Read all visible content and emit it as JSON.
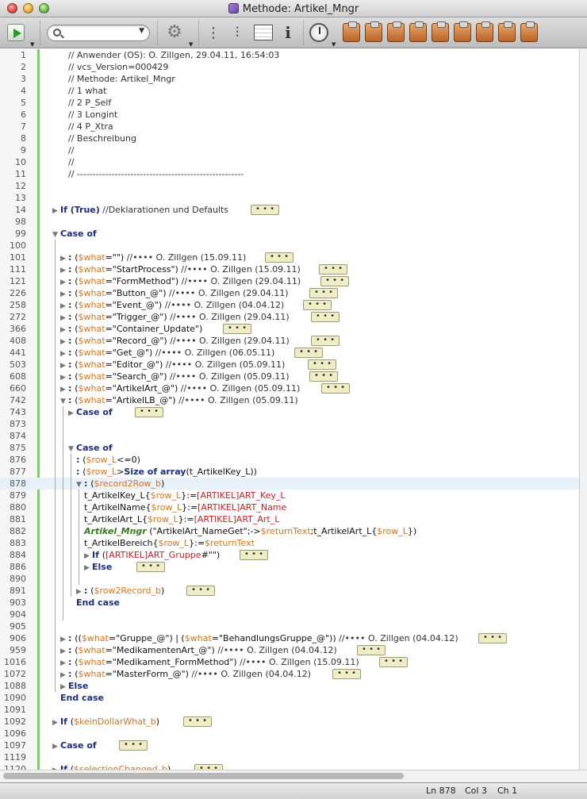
{
  "window": {
    "title": "Methode: Artikel_Mngr"
  },
  "toolbar": {
    "search_placeholder": ""
  },
  "lines": [
    {
      "no": "1",
      "indent": 2,
      "tri": "",
      "seg": [
        [
          "c",
          "// Anwender (OS): O. Zillgen, 29.04.11, 16:54:03"
        ]
      ]
    },
    {
      "no": "2",
      "indent": 2,
      "tri": "",
      "seg": [
        [
          "c",
          "// vcs_Version=000429"
        ]
      ]
    },
    {
      "no": "3",
      "indent": 2,
      "tri": "",
      "seg": [
        [
          "c",
          "// Methode: Artikel_Mngr"
        ]
      ]
    },
    {
      "no": "4",
      "indent": 2,
      "tri": "",
      "seg": [
        [
          "c",
          "// 1 what"
        ]
      ]
    },
    {
      "no": "5",
      "indent": 2,
      "tri": "",
      "seg": [
        [
          "c",
          "// 2 P_Self"
        ]
      ]
    },
    {
      "no": "6",
      "indent": 2,
      "tri": "",
      "seg": [
        [
          "c",
          "// 3 Longint"
        ]
      ]
    },
    {
      "no": "7",
      "indent": 2,
      "tri": "",
      "seg": [
        [
          "c",
          "// 4 P_Xtra"
        ]
      ]
    },
    {
      "no": "8",
      "indent": 2,
      "tri": "",
      "seg": [
        [
          "c",
          "// Beschreibung"
        ]
      ]
    },
    {
      "no": "9",
      "indent": 2,
      "tri": "",
      "seg": [
        [
          "c",
          "//"
        ]
      ]
    },
    {
      "no": "10",
      "indent": 2,
      "tri": "",
      "seg": [
        [
          "c",
          "//"
        ]
      ]
    },
    {
      "no": "11",
      "indent": 2,
      "tri": "",
      "seg": [
        [
          "c",
          "// -----------------------------------------------------"
        ]
      ]
    },
    {
      "no": "12",
      "indent": 0,
      "tri": "",
      "seg": []
    },
    {
      "no": "13",
      "indent": 0,
      "tri": "",
      "seg": []
    },
    {
      "no": "14",
      "indent": 0,
      "tri": "▶",
      "seg": [
        [
          "k",
          "If "
        ],
        [
          "k",
          "(True)"
        ],
        [
          "c",
          "  //Deklarationen und Defaults"
        ]
      ],
      "dots": 316
    },
    {
      "no": "98",
      "indent": 0,
      "tri": "",
      "seg": []
    },
    {
      "no": "99",
      "indent": 0,
      "tri": "▼",
      "seg": [
        [
          "k",
          "Case of"
        ]
      ]
    },
    {
      "no": "100",
      "indent": 0,
      "tri": "",
      "seg": [],
      "guides": [
        1
      ]
    },
    {
      "no": "101",
      "indent": 1,
      "tri": "▶",
      "seg": [
        [
          "k",
          ": "
        ],
        [
          "s",
          "("
        ],
        [
          "v",
          "$what"
        ],
        [
          "s",
          "=\"\")"
        ],
        [
          "c",
          "  //••••  O. Zillgen (15.09.11)"
        ]
      ],
      "dots": 334,
      "guides": [
        1
      ]
    },
    {
      "no": "111",
      "indent": 1,
      "tri": "▶",
      "seg": [
        [
          "k",
          ": "
        ],
        [
          "s",
          "("
        ],
        [
          "v",
          "$what"
        ],
        [
          "s",
          "=\"StartProcess\")"
        ],
        [
          "c",
          "  //••••  O. Zillgen (15.09.11)"
        ]
      ],
      "dots": 402,
      "guides": [
        1
      ]
    },
    {
      "no": "121",
      "indent": 1,
      "tri": "▶",
      "seg": [
        [
          "k",
          ": "
        ],
        [
          "s",
          "("
        ],
        [
          "v",
          "$what"
        ],
        [
          "s",
          "=\"FormMethod\")"
        ],
        [
          "c",
          "  //••••  O. Zillgen (29.04.11)"
        ]
      ],
      "dots": 404,
      "guides": [
        1
      ]
    },
    {
      "no": "226",
      "indent": 1,
      "tri": "▶",
      "seg": [
        [
          "k",
          ": "
        ],
        [
          "s",
          "("
        ],
        [
          "v",
          "$what"
        ],
        [
          "s",
          "=\"Button_@\")"
        ],
        [
          "c",
          "  //••••  O. Zillgen (29.04.11)"
        ]
      ],
      "dots": 390,
      "guides": [
        1
      ]
    },
    {
      "no": "258",
      "indent": 1,
      "tri": "▶",
      "seg": [
        [
          "k",
          ": "
        ],
        [
          "s",
          "("
        ],
        [
          "v",
          "$what"
        ],
        [
          "s",
          "=\"Event_@\")"
        ],
        [
          "c",
          "  //••••  O. Zillgen (04.04.12)"
        ]
      ],
      "dots": 382,
      "guides": [
        1
      ]
    },
    {
      "no": "272",
      "indent": 1,
      "tri": "▶",
      "seg": [
        [
          "k",
          ": "
        ],
        [
          "s",
          "("
        ],
        [
          "v",
          "$what"
        ],
        [
          "s",
          "=\"Trigger_@\")"
        ],
        [
          "c",
          "  //••••  O. Zillgen (29.04.11)"
        ]
      ],
      "dots": 392,
      "guides": [
        1
      ]
    },
    {
      "no": "366",
      "indent": 1,
      "tri": "▶",
      "seg": [
        [
          "k",
          ": "
        ],
        [
          "s",
          "("
        ],
        [
          "v",
          "$what"
        ],
        [
          "s",
          "=\"Container_Update\")"
        ]
      ],
      "dots": 281,
      "guides": [
        1
      ]
    },
    {
      "no": "408",
      "indent": 1,
      "tri": "▶",
      "seg": [
        [
          "k",
          ": "
        ],
        [
          "s",
          "("
        ],
        [
          "v",
          "$what"
        ],
        [
          "s",
          "=\"Record_@\")"
        ],
        [
          "c",
          "  //••••  O. Zillgen (29.04.11)"
        ]
      ],
      "dots": 392,
      "guides": [
        1
      ]
    },
    {
      "no": "441",
      "indent": 1,
      "tri": "▶",
      "seg": [
        [
          "k",
          ": "
        ],
        [
          "s",
          "("
        ],
        [
          "v",
          "$what"
        ],
        [
          "s",
          "=\"Get_@\")"
        ],
        [
          "c",
          "  //••••  O. Zillgen (06.05.11)"
        ]
      ],
      "dots": 371,
      "guides": [
        1
      ]
    },
    {
      "no": "503",
      "indent": 1,
      "tri": "▶",
      "seg": [
        [
          "k",
          ": "
        ],
        [
          "s",
          "("
        ],
        [
          "v",
          "$what"
        ],
        [
          "s",
          "=\"Editor_@\")"
        ],
        [
          "c",
          "  //••••  O. Zillgen (05.09.11)"
        ]
      ],
      "dots": 388,
      "guides": [
        1
      ]
    },
    {
      "no": "608",
      "indent": 1,
      "tri": "▶",
      "seg": [
        [
          "k",
          ": "
        ],
        [
          "s",
          "("
        ],
        [
          "v",
          "$what"
        ],
        [
          "s",
          "=\"Search_@\")"
        ],
        [
          "c",
          "  //••••  O. Zillgen (05.09.11)"
        ]
      ],
      "dots": 390,
      "guides": [
        1
      ]
    },
    {
      "no": "660",
      "indent": 1,
      "tri": "▶",
      "seg": [
        [
          "k",
          ": "
        ],
        [
          "s",
          "("
        ],
        [
          "v",
          "$what"
        ],
        [
          "s",
          "=\"ArtikelArt_@\")"
        ],
        [
          "c",
          "  //••••  O. Zillgen (05.09.11)"
        ]
      ],
      "dots": 405,
      "guides": [
        1
      ]
    },
    {
      "no": "742",
      "indent": 1,
      "tri": "▼",
      "seg": [
        [
          "k",
          ": "
        ],
        [
          "s",
          "("
        ],
        [
          "v",
          "$what"
        ],
        [
          "s",
          "=\"ArtikelLB_@\")"
        ],
        [
          "c",
          "  //••••  O. Zillgen (05.09.11)"
        ]
      ],
      "guides": [
        1
      ]
    },
    {
      "no": "743",
      "indent": 2,
      "tri": "▶",
      "seg": [
        [
          "k",
          "Case of"
        ]
      ],
      "dots": 170,
      "guides": [
        1,
        2
      ]
    },
    {
      "no": "873",
      "indent": 2,
      "tri": "",
      "seg": [],
      "guides": [
        1,
        2
      ]
    },
    {
      "no": "874",
      "indent": 2,
      "tri": "",
      "seg": [],
      "guides": [
        1,
        2
      ]
    },
    {
      "no": "875",
      "indent": 2,
      "tri": "▼",
      "seg": [
        [
          "k",
          "Case of"
        ]
      ],
      "guides": [
        1,
        2
      ]
    },
    {
      "no": "876",
      "indent": 3,
      "tri": "",
      "seg": [
        [
          "k",
          ": "
        ],
        [
          "s",
          "("
        ],
        [
          "v",
          "$row_L"
        ],
        [
          "s",
          "<=0)"
        ]
      ],
      "guides": [
        1,
        2,
        3
      ]
    },
    {
      "no": "877",
      "indent": 3,
      "tri": "",
      "seg": [
        [
          "k",
          ": "
        ],
        [
          "s",
          "("
        ],
        [
          "v",
          "$row_L"
        ],
        [
          "s",
          ">"
        ],
        [
          "k",
          "Size of array"
        ],
        [
          "s",
          "(t_ArtikelKey_L))"
        ]
      ],
      "guides": [
        1,
        2,
        3
      ]
    },
    {
      "no": "878",
      "indent": 3,
      "tri": "▼",
      "cur": true,
      "seg": [
        [
          "k",
          ": "
        ],
        [
          "s",
          "("
        ],
        [
          "v",
          "$record2Row_b"
        ],
        [
          "s",
          ")"
        ]
      ],
      "guides": [
        1,
        2,
        3
      ]
    },
    {
      "no": "879",
      "indent": 4,
      "tri": "",
      "seg": [
        [
          "s",
          "t_ArtikelKey_L{"
        ],
        [
          "v",
          "$row_L"
        ],
        [
          "s",
          "}:="
        ],
        [
          "f",
          "[ARTIKEL]ART_Key_L"
        ]
      ],
      "guides": [
        1,
        2,
        3,
        4
      ]
    },
    {
      "no": "880",
      "indent": 4,
      "tri": "",
      "seg": [
        [
          "s",
          "t_ArtikelName{"
        ],
        [
          "v",
          "$row_L"
        ],
        [
          "s",
          "}:="
        ],
        [
          "f",
          "[ARTIKEL]ART_Name"
        ]
      ],
      "guides": [
        1,
        2,
        3,
        4
      ]
    },
    {
      "no": "881",
      "indent": 4,
      "tri": "",
      "seg": [
        [
          "s",
          "t_ArtikelArt_L{"
        ],
        [
          "v",
          "$row_L"
        ],
        [
          "s",
          "}:="
        ],
        [
          "f",
          "[ARTIKEL]ART_Art_L"
        ]
      ],
      "guides": [
        1,
        2,
        3,
        4
      ]
    },
    {
      "no": "882",
      "indent": 4,
      "tri": "",
      "seg": [
        [
          "m",
          "Artikel_Mngr"
        ],
        [
          "s",
          " (\"ArtikelArt_NameGet\";->"
        ],
        [
          "v",
          "$returnText"
        ],
        [
          "s",
          ";t_ArtikelArt_L{"
        ],
        [
          "v",
          "$row_L"
        ],
        [
          "s",
          "})"
        ]
      ],
      "guides": [
        1,
        2,
        3,
        4
      ]
    },
    {
      "no": "883",
      "indent": 4,
      "tri": "",
      "seg": [
        [
          "s",
          "t_ArtikelBereich{"
        ],
        [
          "v",
          "$row_L"
        ],
        [
          "s",
          "}:="
        ],
        [
          "v",
          "$returnText"
        ]
      ],
      "guides": [
        1,
        2,
        3,
        4
      ]
    },
    {
      "no": "884",
      "indent": 4,
      "tri": "▶",
      "seg": [
        [
          "k",
          "If "
        ],
        [
          "s",
          "("
        ],
        [
          "f",
          "[ARTIKEL]ART_Gruppe"
        ],
        [
          "s",
          "#\"\")"
        ]
      ],
      "dots": 302,
      "guides": [
        1,
        2,
        3,
        4
      ]
    },
    {
      "no": "886",
      "indent": 4,
      "tri": "▶",
      "seg": [
        [
          "k",
          "Else"
        ]
      ],
      "dots": 172,
      "guides": [
        1,
        2,
        3,
        4
      ]
    },
    {
      "no": "890",
      "indent": 3,
      "tri": "",
      "seg": [],
      "guides": [
        1,
        2,
        3,
        4
      ]
    },
    {
      "no": "891",
      "indent": 3,
      "tri": "▶",
      "seg": [
        [
          "k",
          ": "
        ],
        [
          "s",
          "("
        ],
        [
          "v",
          "$row2Record_b"
        ],
        [
          "s",
          ")"
        ]
      ],
      "dots": 235,
      "guides": [
        1,
        2,
        3
      ]
    },
    {
      "no": "903",
      "indent": 3,
      "tri": "",
      "seg": [
        [
          "k",
          "End case"
        ]
      ],
      "guides": [
        1,
        2
      ]
    },
    {
      "no": "904",
      "indent": 2,
      "tri": "",
      "seg": [],
      "guides": [
        1,
        2
      ]
    },
    {
      "no": "905",
      "indent": 1,
      "tri": "",
      "seg": [],
      "guides": [
        1
      ]
    },
    {
      "no": "906",
      "indent": 1,
      "tri": "▶",
      "seg": [
        [
          "k",
          ": "
        ],
        [
          "s",
          "(("
        ],
        [
          "v",
          "$what"
        ],
        [
          "s",
          "=\"Gruppe_@\") | ("
        ],
        [
          "v",
          "$what"
        ],
        [
          "s",
          "=\"BehandlungsGruppe_@\"))"
        ],
        [
          "c",
          "  //••••  O. Zillgen (04.04.12)"
        ]
      ],
      "dots": 603,
      "guides": [
        1
      ]
    },
    {
      "no": "959",
      "indent": 1,
      "tri": "▶",
      "seg": [
        [
          "k",
          ": "
        ],
        [
          "s",
          "("
        ],
        [
          "v",
          "$what"
        ],
        [
          "s",
          "=\"MedikamentenArt_@\")"
        ],
        [
          "c",
          "  //••••  O. Zillgen (04.04.12)"
        ]
      ],
      "dots": 450,
      "guides": [
        1
      ]
    },
    {
      "no": "1016",
      "indent": 1,
      "tri": "▶",
      "seg": [
        [
          "k",
          ": "
        ],
        [
          "s",
          "("
        ],
        [
          "v",
          "$what"
        ],
        [
          "s",
          "=\"Medikament_FormMethod\")"
        ],
        [
          "c",
          "  //••••  O. Zillgen (15.09.11)"
        ]
      ],
      "dots": 478,
      "guides": [
        1
      ]
    },
    {
      "no": "1072",
      "indent": 1,
      "tri": "▶",
      "seg": [
        [
          "k",
          ": "
        ],
        [
          "s",
          "("
        ],
        [
          "v",
          "$what"
        ],
        [
          "s",
          "=\"MasterForm_@\")"
        ],
        [
          "c",
          "  //••••  O. Zillgen (04.04.12)"
        ]
      ],
      "dots": 419,
      "guides": [
        1
      ]
    },
    {
      "no": "1088",
      "indent": 1,
      "tri": "▶",
      "seg": [
        [
          "k",
          "Else"
        ]
      ],
      "guides": [
        1
      ]
    },
    {
      "no": "1090",
      "indent": 1,
      "tri": "",
      "seg": [
        [
          "k",
          "End case"
        ]
      ]
    },
    {
      "no": "1091",
      "indent": 0,
      "tri": "",
      "seg": []
    },
    {
      "no": "1092",
      "indent": 0,
      "tri": "▶",
      "seg": [
        [
          "k",
          "If "
        ],
        [
          "s",
          "("
        ],
        [
          "v",
          "$keinDollarWhat_b"
        ],
        [
          "s",
          ")"
        ]
      ],
      "dots": 231
    },
    {
      "no": "1096",
      "indent": 0,
      "tri": "",
      "seg": []
    },
    {
      "no": "1097",
      "indent": 0,
      "tri": "▶",
      "seg": [
        [
          "k",
          "Case of"
        ]
      ],
      "dots": 150
    },
    {
      "no": "1119",
      "indent": 0,
      "tri": "",
      "seg": []
    },
    {
      "no": "1120",
      "indent": 0,
      "tri": "▶",
      "seg": [
        [
          "k",
          "If "
        ],
        [
          "s",
          "("
        ],
        [
          "v",
          "$selectionChanged_b"
        ],
        [
          "s",
          ")"
        ]
      ],
      "dots": 245
    }
  ],
  "status": {
    "ln": "Ln 878",
    "col": "Col 3",
    "ch": "Ch 1"
  },
  "colors": {
    "gutter_bar": "#73d65e",
    "keyword": "#1c2f7a",
    "variable": "#d9741c",
    "field": "#cc1f1f",
    "method": "#3a7a1f",
    "current_line": "#e8f0fa"
  }
}
